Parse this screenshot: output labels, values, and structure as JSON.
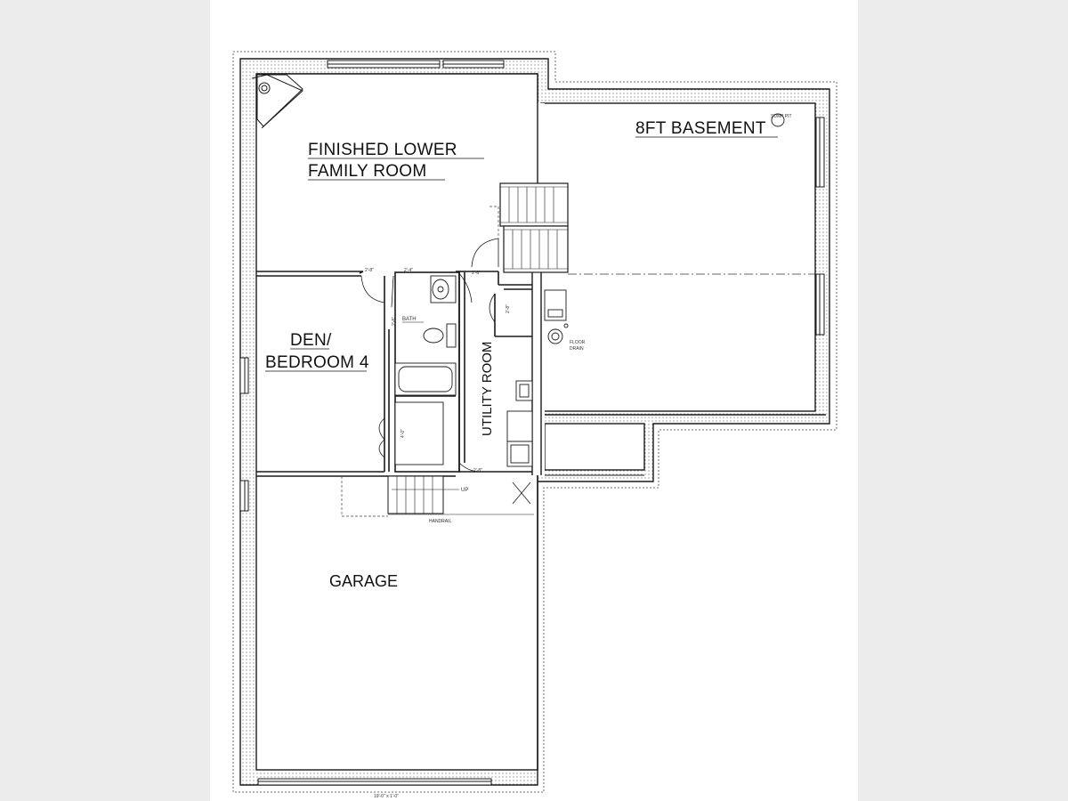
{
  "rooms": {
    "family_line1": "FINISHED LOWER",
    "family_line2": "FAMILY ROOM",
    "basement": "8FT BASEMENT",
    "den_line1": "DEN/",
    "den_line2": "BEDROOM 4",
    "utility": "UTILITY ROOM",
    "bath": "BATH",
    "garage": "GARAGE"
  },
  "notes": {
    "sump_pit": "SUMP PIT",
    "floor_drain_1": "FLOOR",
    "floor_drain_2": "DRAIN",
    "up": "UP",
    "handrail": "HANDRAIL"
  },
  "dimensions": {
    "bottom": "19'-0\" x 1'-0\"",
    "door_1": "2'-8\"",
    "door_2": "2'-4\"",
    "door_3": "2'-8\"",
    "door_4": "2'-8\"",
    "door_5": "2'-8\"",
    "door_6": "4'-0\"",
    "door_7": "2'-8\""
  },
  "colors": {
    "wall": "#1a1a1a",
    "hatch": "#555555",
    "dash": "#444444"
  }
}
